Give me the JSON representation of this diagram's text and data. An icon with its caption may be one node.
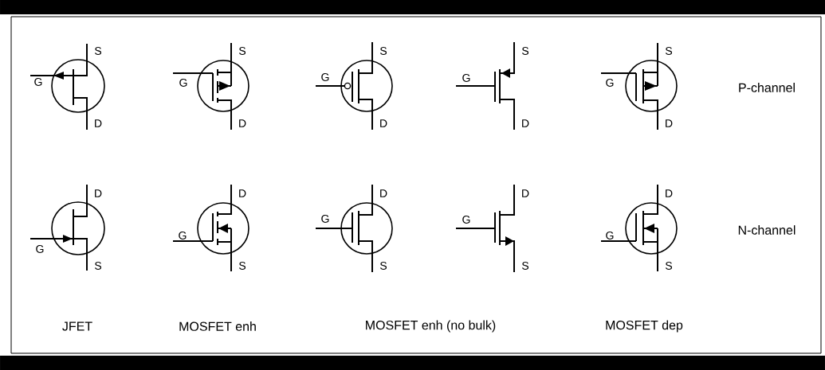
{
  "diagram": {
    "labels": [
      "S",
      "G",
      "D",
      "S",
      "G",
      "D",
      "S",
      "G",
      "D",
      "S",
      "G",
      "D",
      "S",
      "G",
      "D",
      "P-channel",
      "D",
      "G",
      "S",
      "D",
      "G",
      "S",
      "D",
      "G",
      "S",
      "D",
      "G",
      "S",
      "D",
      "G",
      "S",
      "N-channel",
      "JFET",
      "MOSFET enh",
      "MOSFET enh (no bulk)",
      "MOSFET dep"
    ]
  }
}
